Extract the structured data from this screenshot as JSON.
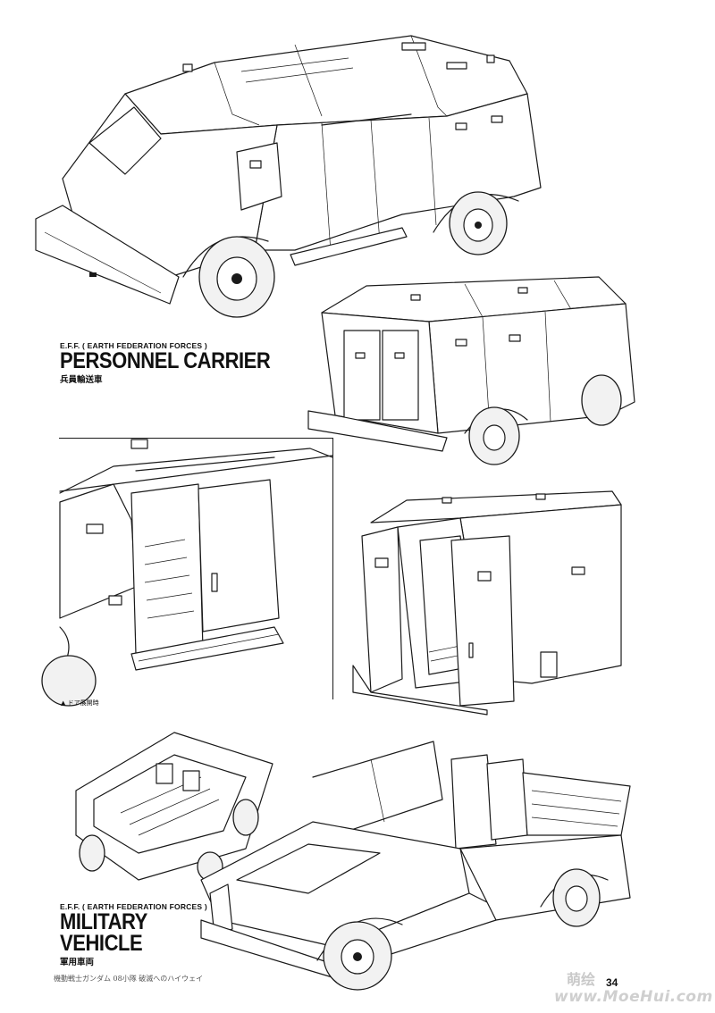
{
  "personnel_carrier": {
    "org": "E.F.F.",
    "org_full": "( EARTH FEDERATION FORCES )",
    "title": "PERSONNEL CARRIER",
    "subtitle_jp": "兵員輸送車"
  },
  "door_view": {
    "caption": "▲ ドア展開時"
  },
  "military_vehicle": {
    "org": "E.F.F.",
    "org_full": "( EARTH FEDERATION FORCES )",
    "title_line1": "MILITARY",
    "title_line2": "VEHICLE",
    "subtitle_jp": "軍用車両"
  },
  "footer": {
    "book_title": "機動戦士ガンダム 08小隊 破滅へのハイウェイ",
    "page_number": "34",
    "logo_text": "萌绘",
    "watermark": "www.MoeHui.com"
  }
}
